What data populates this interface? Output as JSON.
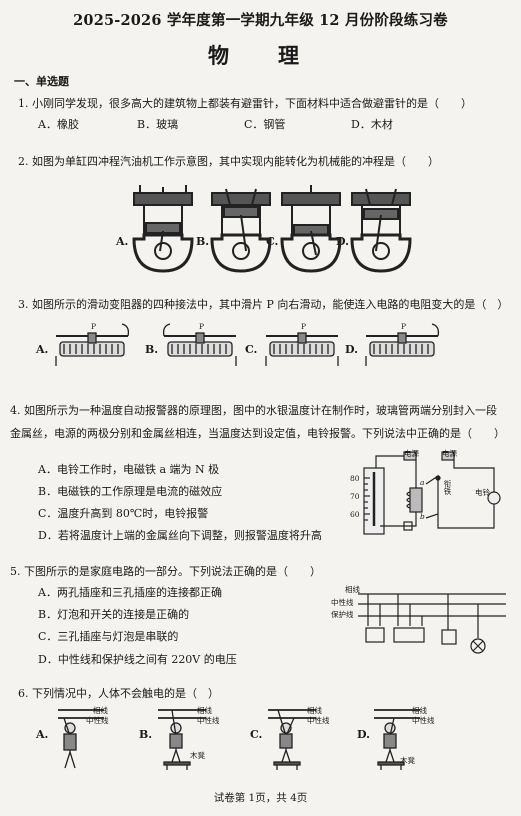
{
  "header": {
    "title": "2025-2026 学年度第一学期九年级 12 月份阶段练习卷",
    "subject": "物　理"
  },
  "section1": {
    "heading": "一、单选题"
  },
  "q1": {
    "stem": "1. 小刚同学发现，很多高大的建筑物上都装有避雷针，下面材料中适合做避雷针的是（　　）",
    "options": [
      "A．橡胶",
      "B．玻璃",
      "C．钢管",
      "D．木材"
    ]
  },
  "q2": {
    "stem": "2. 如图为单缸四冲程汽油机工作示意图，其中实现内能转化为机械能的冲程是（　　）",
    "labels": [
      "A.",
      "B.",
      "C.",
      "D."
    ]
  },
  "q3": {
    "stem": "3. 如图所示的滑动变阻器的四种接法中，其中滑片 P 向右滑动，能使连入电路的电阻变大的是（　）",
    "labels": [
      "A.",
      "B.",
      "C.",
      "D."
    ],
    "slider_letter": "P"
  },
  "q4": {
    "stem_line1": "4. 如图所示为一种温度自动报警器的原理图，图中的水银温度计在制作时，玻璃管两端分别封入一段",
    "stem_line2": "金属丝，电源的两极分别和金属丝相连，当温度达到设定值，电铃报警。下列说法中正确的是（　　）",
    "options": [
      "A．电铃工作时，电磁铁 a 端为 N 极",
      "B．电磁铁的工作原理是电流的磁效应",
      "C．温度升高到 80℃时，电铃报警",
      "D．若将温度计上端的金属丝向下调整，则报警温度将升高"
    ],
    "figure": {
      "power_left": "电源",
      "power_right": "电源",
      "scale": [
        "80",
        "70",
        "60"
      ],
      "iron_label": "衔铁",
      "bell_label": "电铃",
      "a_label": "a",
      "b_label": "b"
    }
  },
  "q5": {
    "stem": "5. 下图所示的是家庭电路的一部分。下列说法正确的是（　　）",
    "options": [
      "A．两孔插座和三孔插座的连接都正确",
      "B．灯泡和开关的连接是正确的",
      "C．三孔插座与灯泡是串联的",
      "D．中性线和保护线之间有 220V 的电压"
    ],
    "figure": {
      "lines": [
        "相线",
        "中性线",
        "保护线"
      ]
    }
  },
  "q6": {
    "stem": "6. 下列情况中，人体不会触电的是（　）",
    "labels": [
      "A.",
      "B.",
      "C.",
      "D."
    ],
    "live": "相线",
    "neutral": "中性线",
    "stool": "木凳"
  },
  "footer": {
    "text": "试卷第 1页，共 4页"
  }
}
